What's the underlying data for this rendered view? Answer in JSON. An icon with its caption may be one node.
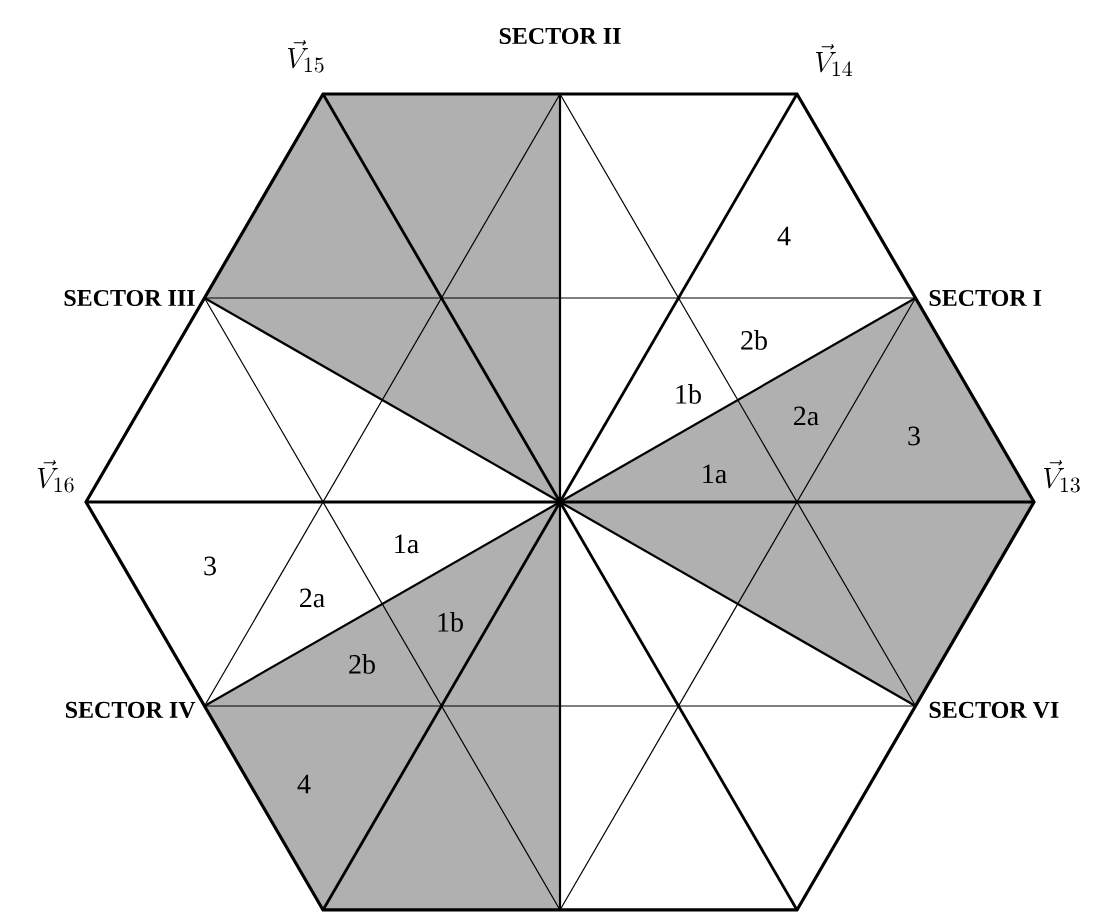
{
  "diagram": {
    "labels": [
      "SECTOR II",
      "\\vec{V}_{15}",
      "\\vec{V}_{14}",
      "4",
      "SECTOR III",
      "SECTOR I",
      "2b",
      "1b",
      "2a",
      "3",
      "\\vec{V}_{16}",
      "1a",
      "\\vec{V}_{13}",
      "3",
      "1a",
      "2a",
      "1b",
      "2b",
      "SECTOR IV",
      "SECTOR VI",
      "4"
    ]
  }
}
